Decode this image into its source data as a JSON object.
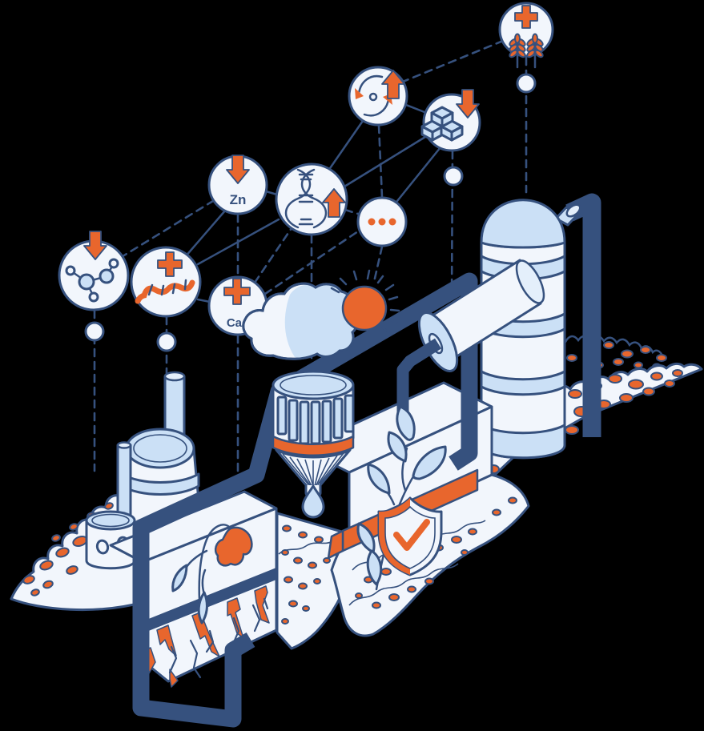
{
  "illustration": {
    "description": "Isometric infographic of an industrial soil enrichment process",
    "labels": {
      "zinc": "Zn",
      "calcium_oxide": "Cao"
    },
    "colors": {
      "background": "#000000",
      "navy": "#36517E",
      "white": "#F2F6FC",
      "blue": "#CBE0F6",
      "blue2": "#E4EFFB",
      "orange": "#E8662D"
    },
    "icons": [
      {
        "name": "wheat-increase-icon"
      },
      {
        "name": "cycle-increase-icon"
      },
      {
        "name": "gold-deposit-decrease-icon"
      },
      {
        "name": "zinc-decrease-icon"
      },
      {
        "name": "dna-increase-icon"
      },
      {
        "name": "ellipsis-icon"
      },
      {
        "name": "molecule-decrease-icon"
      },
      {
        "name": "worm-increase-icon"
      },
      {
        "name": "calcium-oxide-increase-icon"
      },
      {
        "name": "sun-icon"
      },
      {
        "name": "cloud-icon"
      },
      {
        "name": "shield-check-icon"
      },
      {
        "name": "water-drop-icon"
      }
    ]
  }
}
